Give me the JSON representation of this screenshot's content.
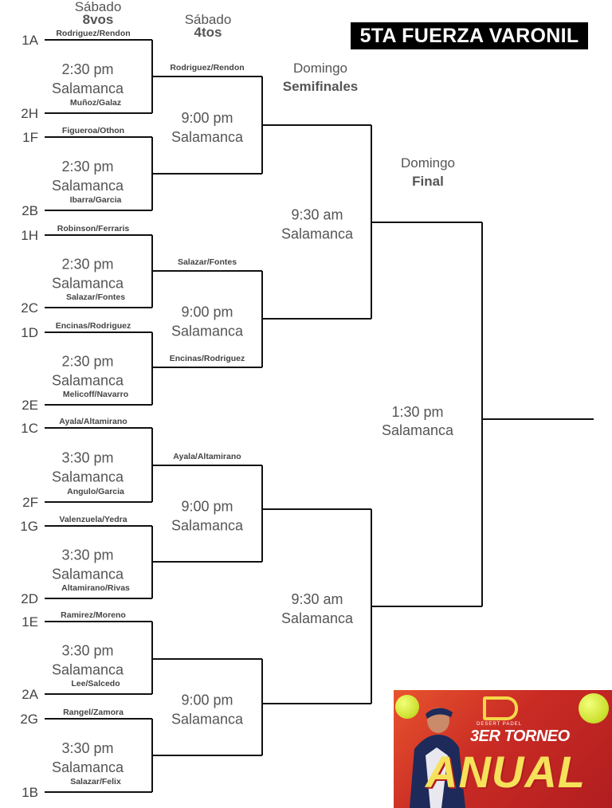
{
  "title": "5TA FUERZA VARONIL",
  "headers": {
    "r16": {
      "day": "Sábado",
      "round": "8vos"
    },
    "qf": {
      "day": "Sábado",
      "round": "4tos"
    },
    "sf": {
      "day": "Domingo",
      "round": "Semifinales"
    },
    "final": {
      "day": "Domingo",
      "round": "Final"
    }
  },
  "r16": [
    {
      "seed_top": "1A",
      "team_top": "Rodriguez/Rendon",
      "time": "2:30 pm",
      "venue": "Salamanca",
      "seed_bottom": "2H",
      "team_bottom": "Muñoz/Galaz"
    },
    {
      "seed_top": "1F",
      "team_top": "Figueroa/Othon",
      "time": "2:30 pm",
      "venue": "Salamanca",
      "seed_bottom": "2B",
      "team_bottom": "Ibarra/Garcia"
    },
    {
      "seed_top": "1H",
      "team_top": "Robinson/Ferraris",
      "time": "2:30 pm",
      "venue": "Salamanca",
      "seed_bottom": "2C",
      "team_bottom": "Salazar/Fontes"
    },
    {
      "seed_top": "1D",
      "team_top": "Encinas/Rodriguez",
      "time": "2:30 pm",
      "venue": "Salamanca",
      "seed_bottom": "2E",
      "team_bottom": "Melicoff/Navarro"
    },
    {
      "seed_top": "1C",
      "team_top": "Ayala/Altamirano",
      "time": "3:30 pm",
      "venue": "Salamanca",
      "seed_bottom": "2F",
      "team_bottom": "Angulo/Garcia"
    },
    {
      "seed_top": "1G",
      "team_top": "Valenzuela/Yedra",
      "time": "3:30 pm",
      "venue": "Salamanca",
      "seed_bottom": "2D",
      "team_bottom": "Altamirano/Rivas"
    },
    {
      "seed_top": "1E",
      "team_top": "Ramirez/Moreno",
      "time": "3:30 pm",
      "venue": "Salamanca",
      "seed_bottom": "2A",
      "team_bottom": "Lee/Salcedo"
    },
    {
      "seed_top": "2G",
      "team_top": "Rangel/Zamora",
      "time": "3:30 pm",
      "venue": "Salamanca",
      "seed_bottom": "1B",
      "team_bottom": "Salazar/Felix"
    }
  ],
  "qf": [
    {
      "team_top": "Rodriguez/Rendon",
      "time": "9:00 pm",
      "venue": "Salamanca",
      "team_bottom": ""
    },
    {
      "team_top": "Salazar/Fontes",
      "time": "9:00 pm",
      "venue": "Salamanca",
      "team_bottom": "Encinas/Rodriguez"
    },
    {
      "team_top": "Ayala/Altamirano",
      "time": "9:00 pm",
      "venue": "Salamanca",
      "team_bottom": ""
    },
    {
      "team_top": "",
      "time": "9:00 pm",
      "venue": "Salamanca",
      "team_bottom": ""
    }
  ],
  "sf": [
    {
      "time": "9:30 am",
      "venue": "Salamanca"
    },
    {
      "time": "9:30 am",
      "venue": "Salamanca"
    }
  ],
  "final": {
    "time": "1:30 pm",
    "venue": "Salamanca"
  },
  "banner": {
    "brand": "DESERT PADEL",
    "edition": "3ER TORNEO",
    "name": "ANUAL"
  },
  "colors": {
    "title_bg": "#000000",
    "banner_red": "#c92b24",
    "banner_yellow": "#f6e15a"
  }
}
